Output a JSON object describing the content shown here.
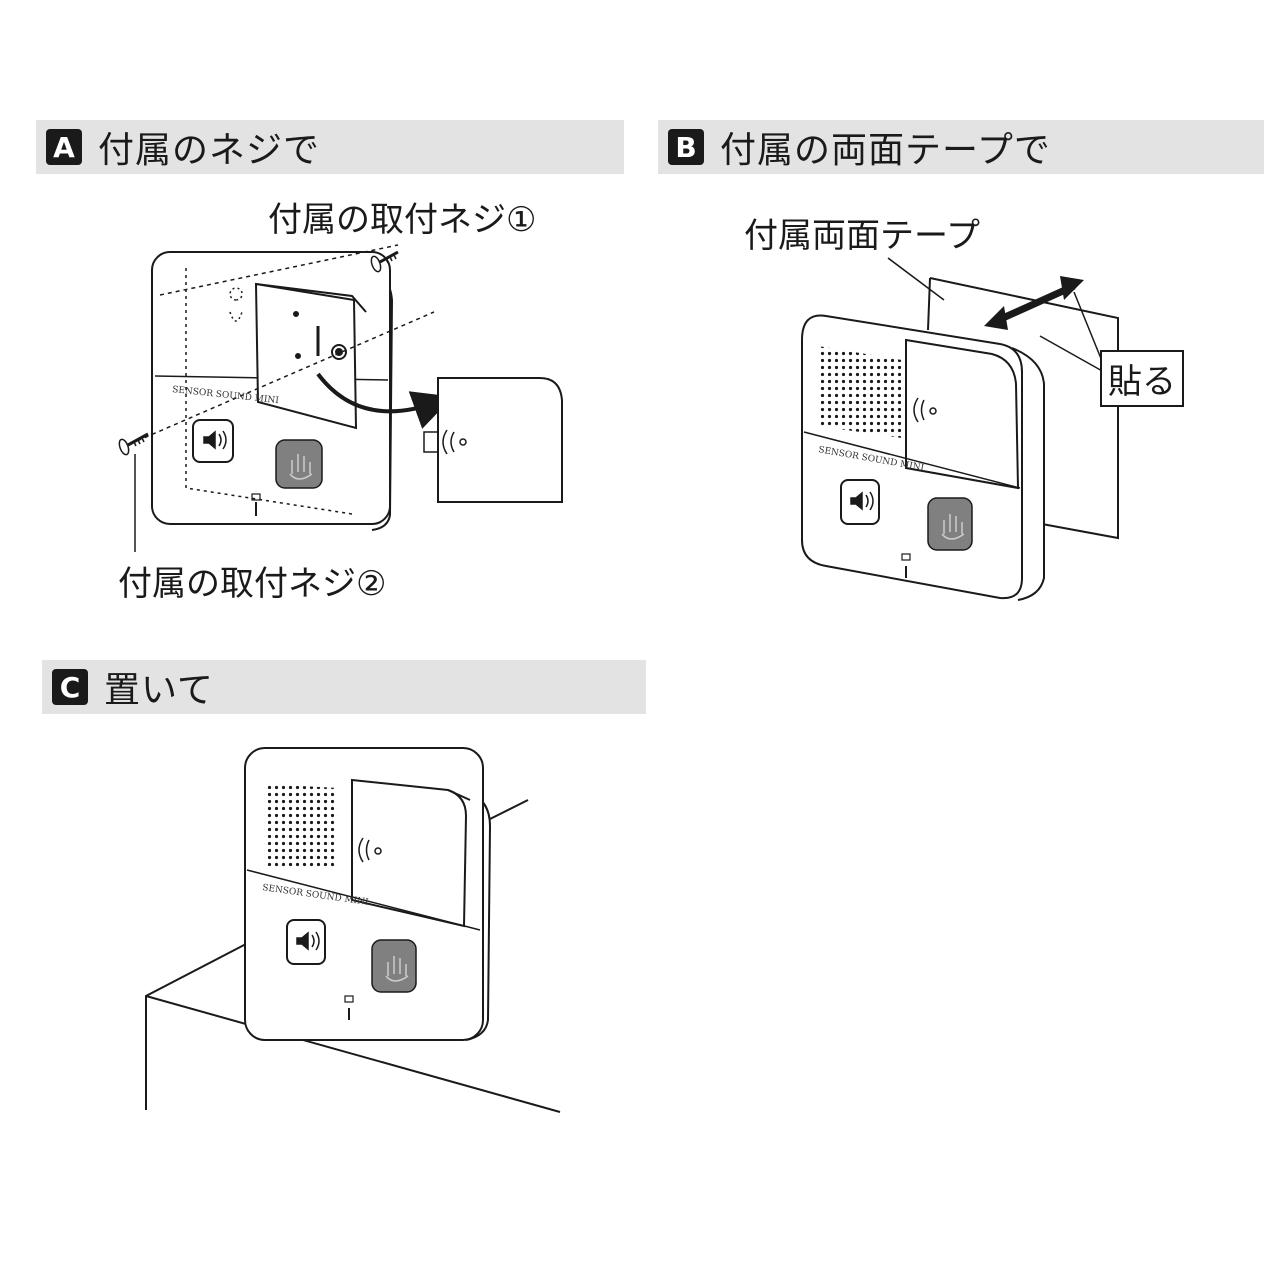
{
  "sections": {
    "a": {
      "badge": "A",
      "title": "付属のネジで"
    },
    "b": {
      "badge": "B",
      "title": "付属の両面テープで"
    },
    "c": {
      "badge": "C",
      "title": "置いて"
    }
  },
  "labels": {
    "screw1": "付属の取付ネジ①",
    "screw2": "付属の取付ネジ②",
    "tape": "付属両面テープ",
    "stick": "貼る"
  },
  "device": {
    "brand": "SENSOR SOUND MINI"
  },
  "colors": {
    "header_bg": "#e3e3e3",
    "badge_bg": "#1a1a1a",
    "button_gray": "#808080",
    "line": "#1a1a1a"
  },
  "icons": [
    "speaker-button-icon",
    "hand-button-icon",
    "sensor-wave-icon",
    "screw-icon",
    "double-arrow-icon"
  ]
}
